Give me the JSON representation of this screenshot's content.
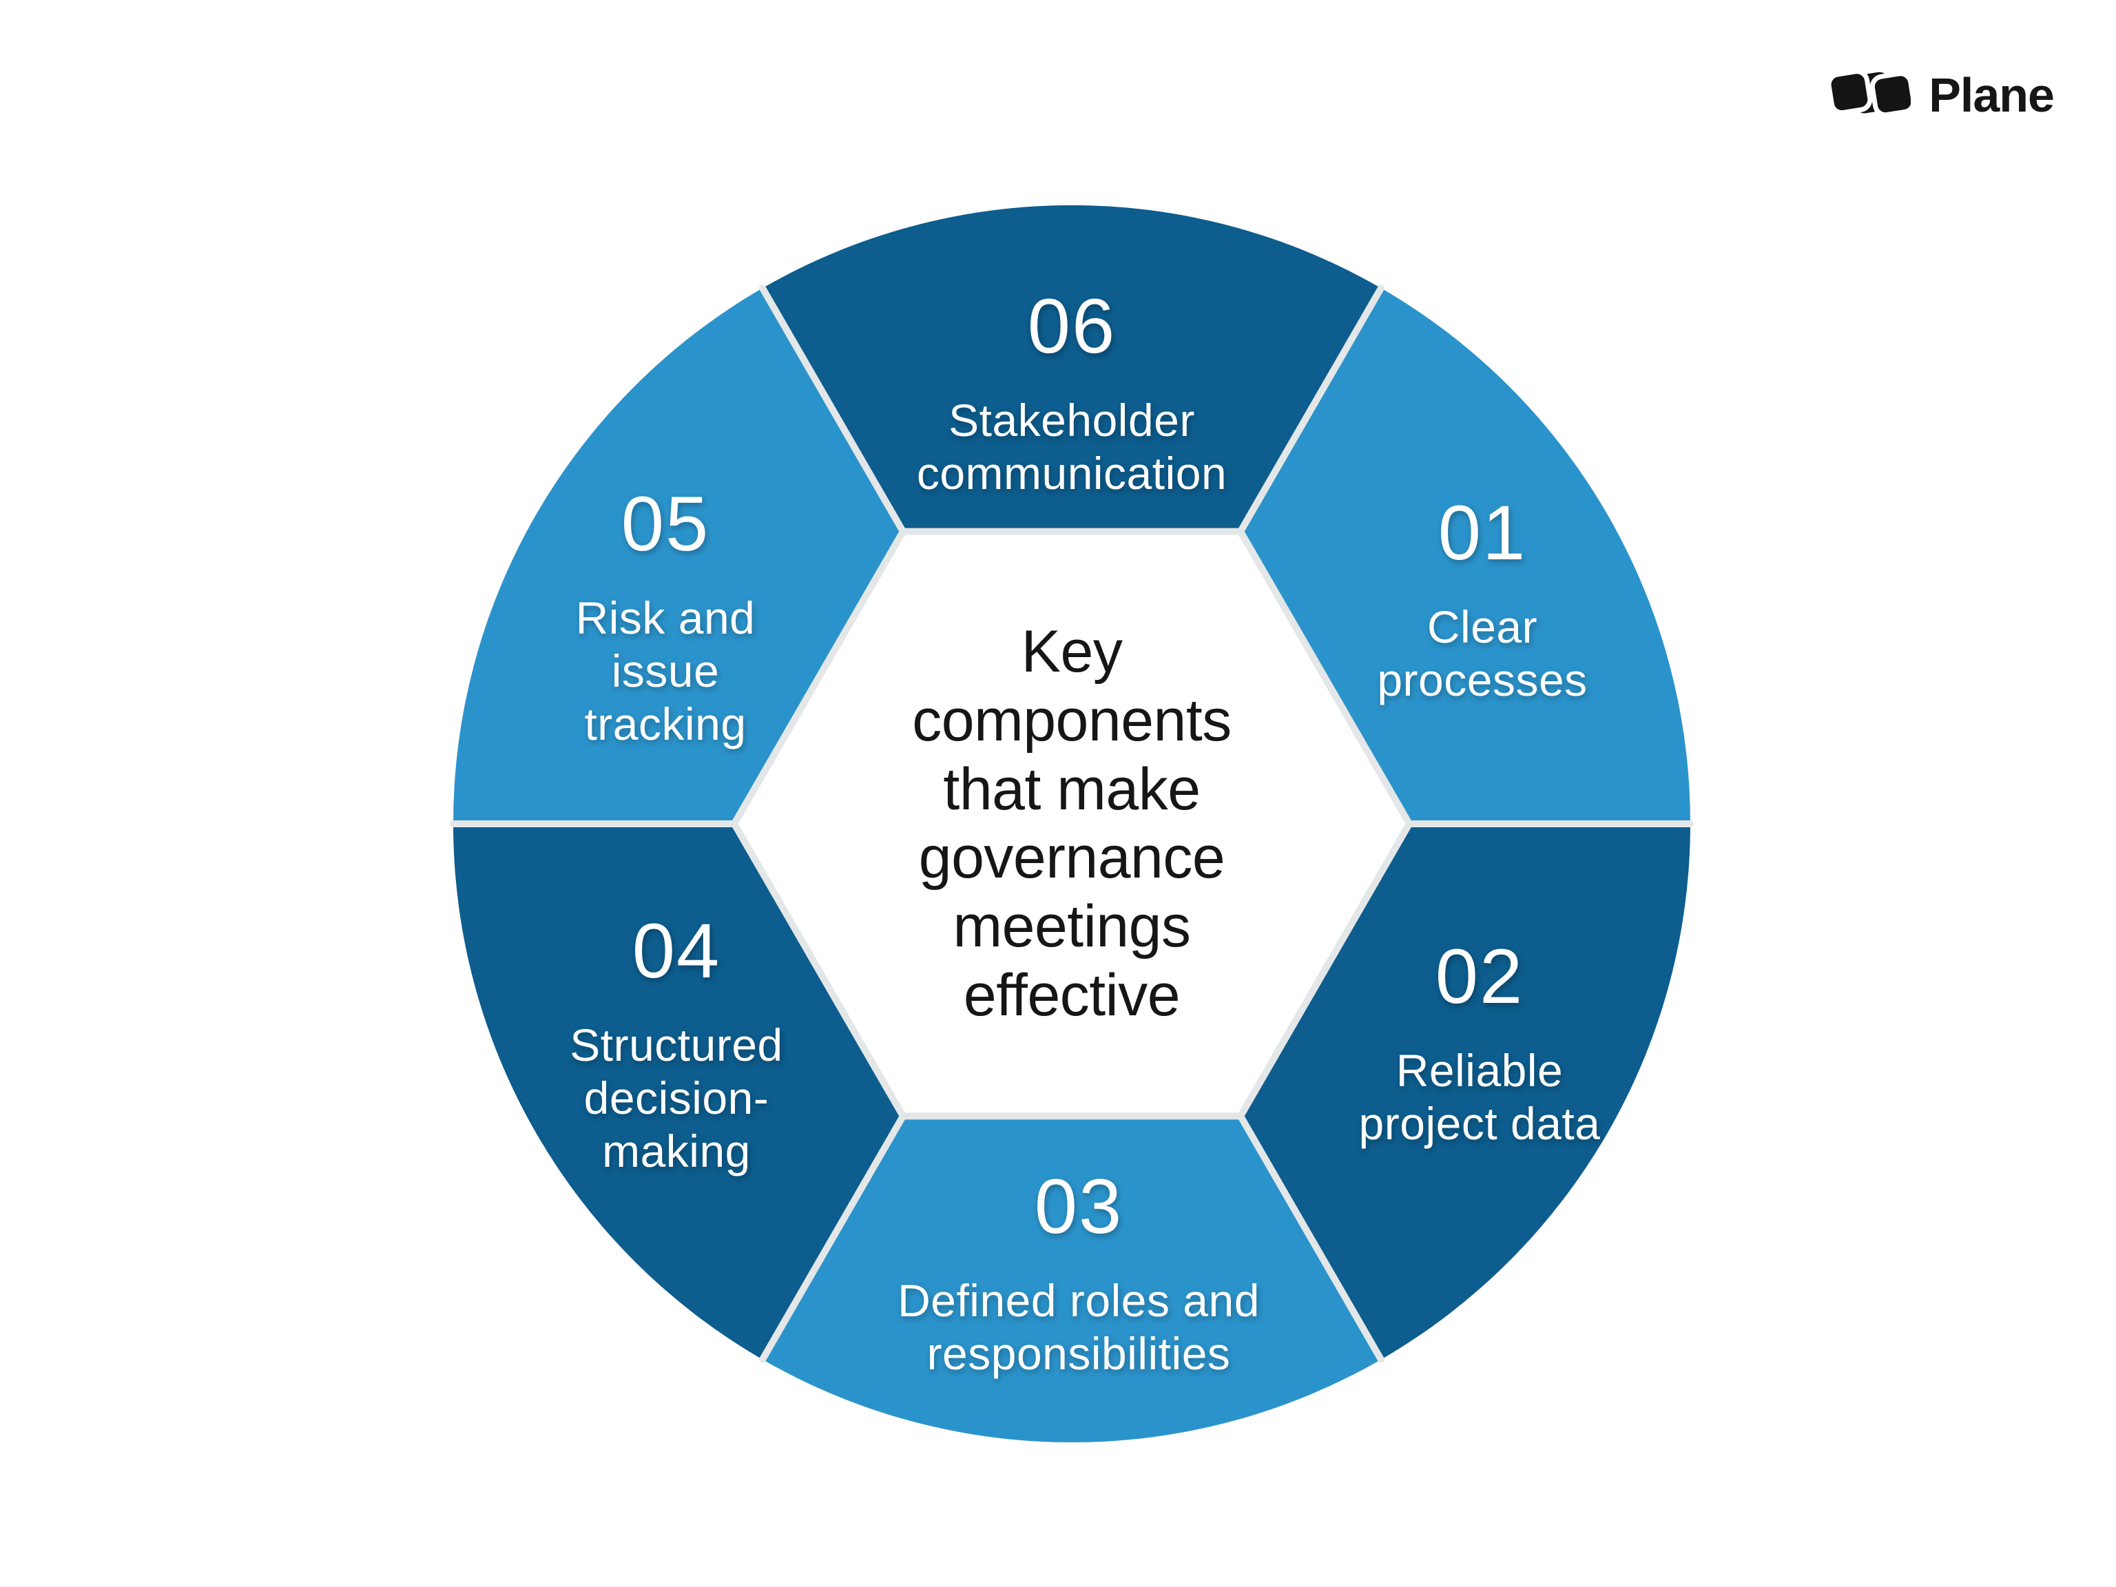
{
  "brand": {
    "name": "Plane"
  },
  "diagram": {
    "title": "Key\ncomponents\nthat make\ngovernance\nmeetings\neffective",
    "segments": [
      {
        "number": "01",
        "label": "Clear\nprocesses",
        "tone": "light"
      },
      {
        "number": "02",
        "label": "Reliable\nproject data",
        "tone": "dark"
      },
      {
        "number": "03",
        "label": "Defined roles and\nresponsibilities",
        "tone": "light"
      },
      {
        "number": "04",
        "label": "Structured\ndecision-\nmaking",
        "tone": "dark"
      },
      {
        "number": "05",
        "label": "Risk and\nissue\ntracking",
        "tone": "light"
      },
      {
        "number": "06",
        "label": "Stakeholder\ncommunication",
        "tone": "dark"
      }
    ]
  },
  "colors": {
    "dark_blue": "#0d5d8e",
    "light_blue": "#2b93cb",
    "divider": "#e4e7e8",
    "center_fill": "#ffffff",
    "text_on_blue": "#ffffff",
    "text_dark": "#161616",
    "logo_black": "#141414"
  }
}
